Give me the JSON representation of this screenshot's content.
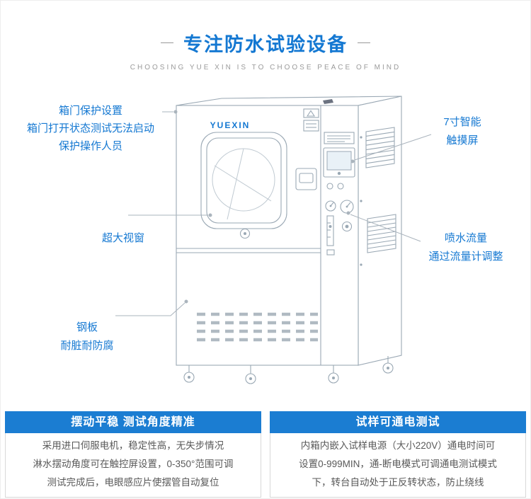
{
  "header": {
    "title": "专注防水试验设备",
    "subtitle": "CHOOSING YUE XIN IS TO CHOOSE PEACE OF MIND"
  },
  "machine": {
    "brand": "YUEXIN"
  },
  "callouts": {
    "door_protection": {
      "line1": "箱门保护设置",
      "line2": "箱门打开状态测试无法启动",
      "line3": "保护操作人员"
    },
    "window": {
      "label": "超大视窗"
    },
    "steel": {
      "line1": "钢板",
      "line2": "耐脏耐防腐"
    },
    "touchscreen": {
      "line1": "7寸智能",
      "line2": "触摸屏"
    },
    "flow": {
      "line1": "喷水流量",
      "line2": "通过流量计调整"
    }
  },
  "panels": {
    "left": {
      "title": "摆动平稳 测试角度精准",
      "body": "采用进口伺服电机，稳定性高，无失步情况\n淋水摆动角度可在触控屏设置，0-350°范围可调\n测试完成后，电眼感应片使摆管自动复位"
    },
    "right": {
      "title": "试样可通电测试",
      "body": "内箱内嵌入试样电源（大小220V）通电时间可\n设置0-999MIN，通-断电模式可调通电测试模式\n下，转台自动处于正反转状态，防止绕线"
    }
  },
  "colors": {
    "accent_blue": "#1478d2",
    "panel_blue": "#1b7dd2",
    "line_gray": "#9aa8b4"
  }
}
